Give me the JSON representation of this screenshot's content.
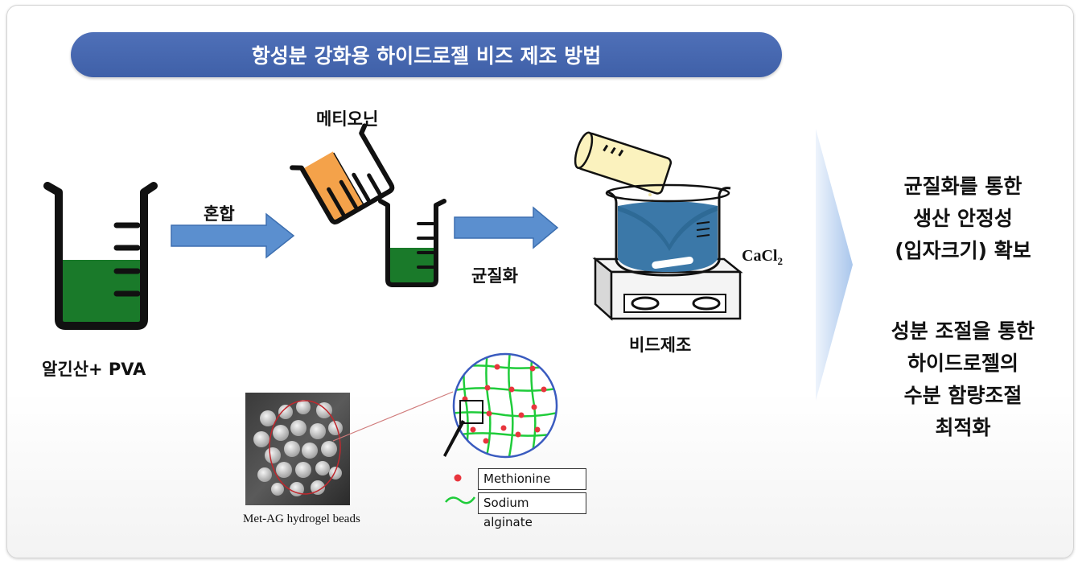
{
  "title": "항성분 강화용 하이드로젤 비즈 제조 방법",
  "labels": {
    "beaker1": "알긴산+ PVA",
    "mix_step": "혼합",
    "methionine": "메티오닌",
    "homogenize": "균질화",
    "bead_making": "비드제조",
    "cacl2": "CaCl",
    "cacl2_sub": "2"
  },
  "result": {
    "block1": [
      "균질화를 통한",
      "생산 안정성",
      "(입자크기) 확보"
    ],
    "block2": [
      "성분 조절을 통한",
      "하이드로젤의",
      "수분 함량조절",
      "최적화"
    ]
  },
  "photo_caption": "Met-AG hydrogel beads",
  "legend": {
    "methionine": "Methionine",
    "alginate": "Sodium alginate"
  },
  "colors": {
    "title_bg": "#4472c4",
    "liquid_green": "#1a7a2a",
    "arrow_blue": "#5b8fcf",
    "orange_liquid": "#f4a24a",
    "cacl2_water": "#3b78a8"
  }
}
